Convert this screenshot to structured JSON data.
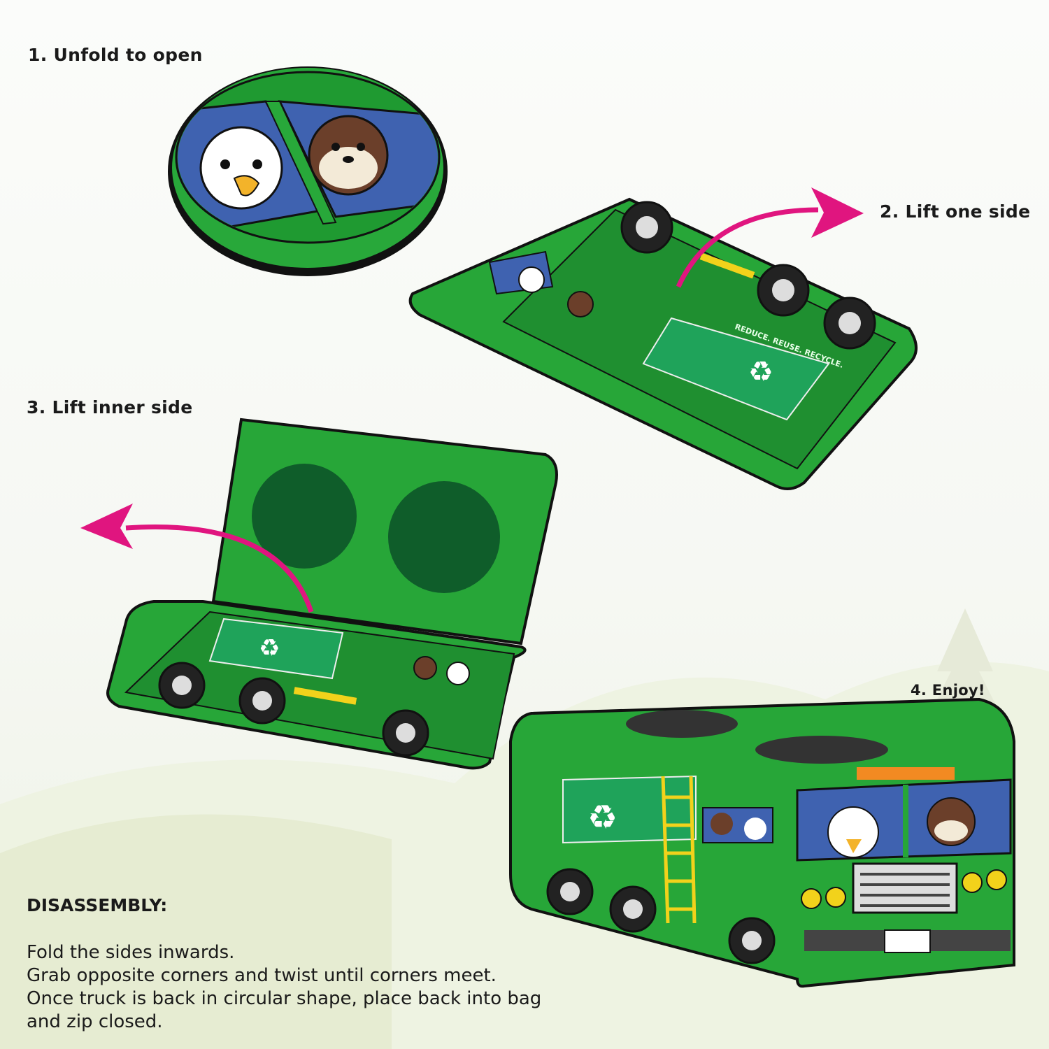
{
  "steps": [
    {
      "label": "1. Unfold to open"
    },
    {
      "label": "2. Lift one side"
    },
    {
      "label": "3. Lift inner side"
    },
    {
      "label": "4. Enjoy!"
    }
  ],
  "truck_slogan": "REDUCE. REUSE. RECYCLE.",
  "disassembly": {
    "title": "DISASSEMBLY:",
    "lines": [
      "Fold the sides inwards.",
      "Grab opposite corners and twist until corners meet.",
      "Once truck is back in circular shape, place back into bag",
      "and zip closed."
    ]
  },
  "colors": {
    "tent_green": "#22a336",
    "dark_green": "#0f5d2a",
    "window_blue": "#3f62b0",
    "arrow_pink": "#e0157f",
    "ladder_yellow": "#f2d21b"
  }
}
